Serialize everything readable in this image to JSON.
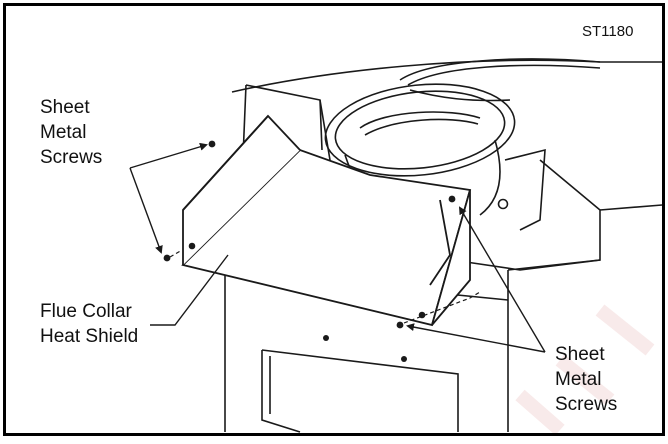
{
  "figure": {
    "code": "ST1180",
    "callouts": {
      "screws_top_left": [
        "Sheet",
        "Metal",
        "Screws"
      ],
      "heat_shield": [
        "Flue Collar",
        "Heat Shield"
      ],
      "screws_bottom_right": [
        "Sheet",
        "Metal",
        "Screws"
      ]
    },
    "colors": {
      "frame": "#000000",
      "line": "#1a1a1a",
      "background": "#ffffff",
      "watermark": "#f2dede"
    }
  }
}
